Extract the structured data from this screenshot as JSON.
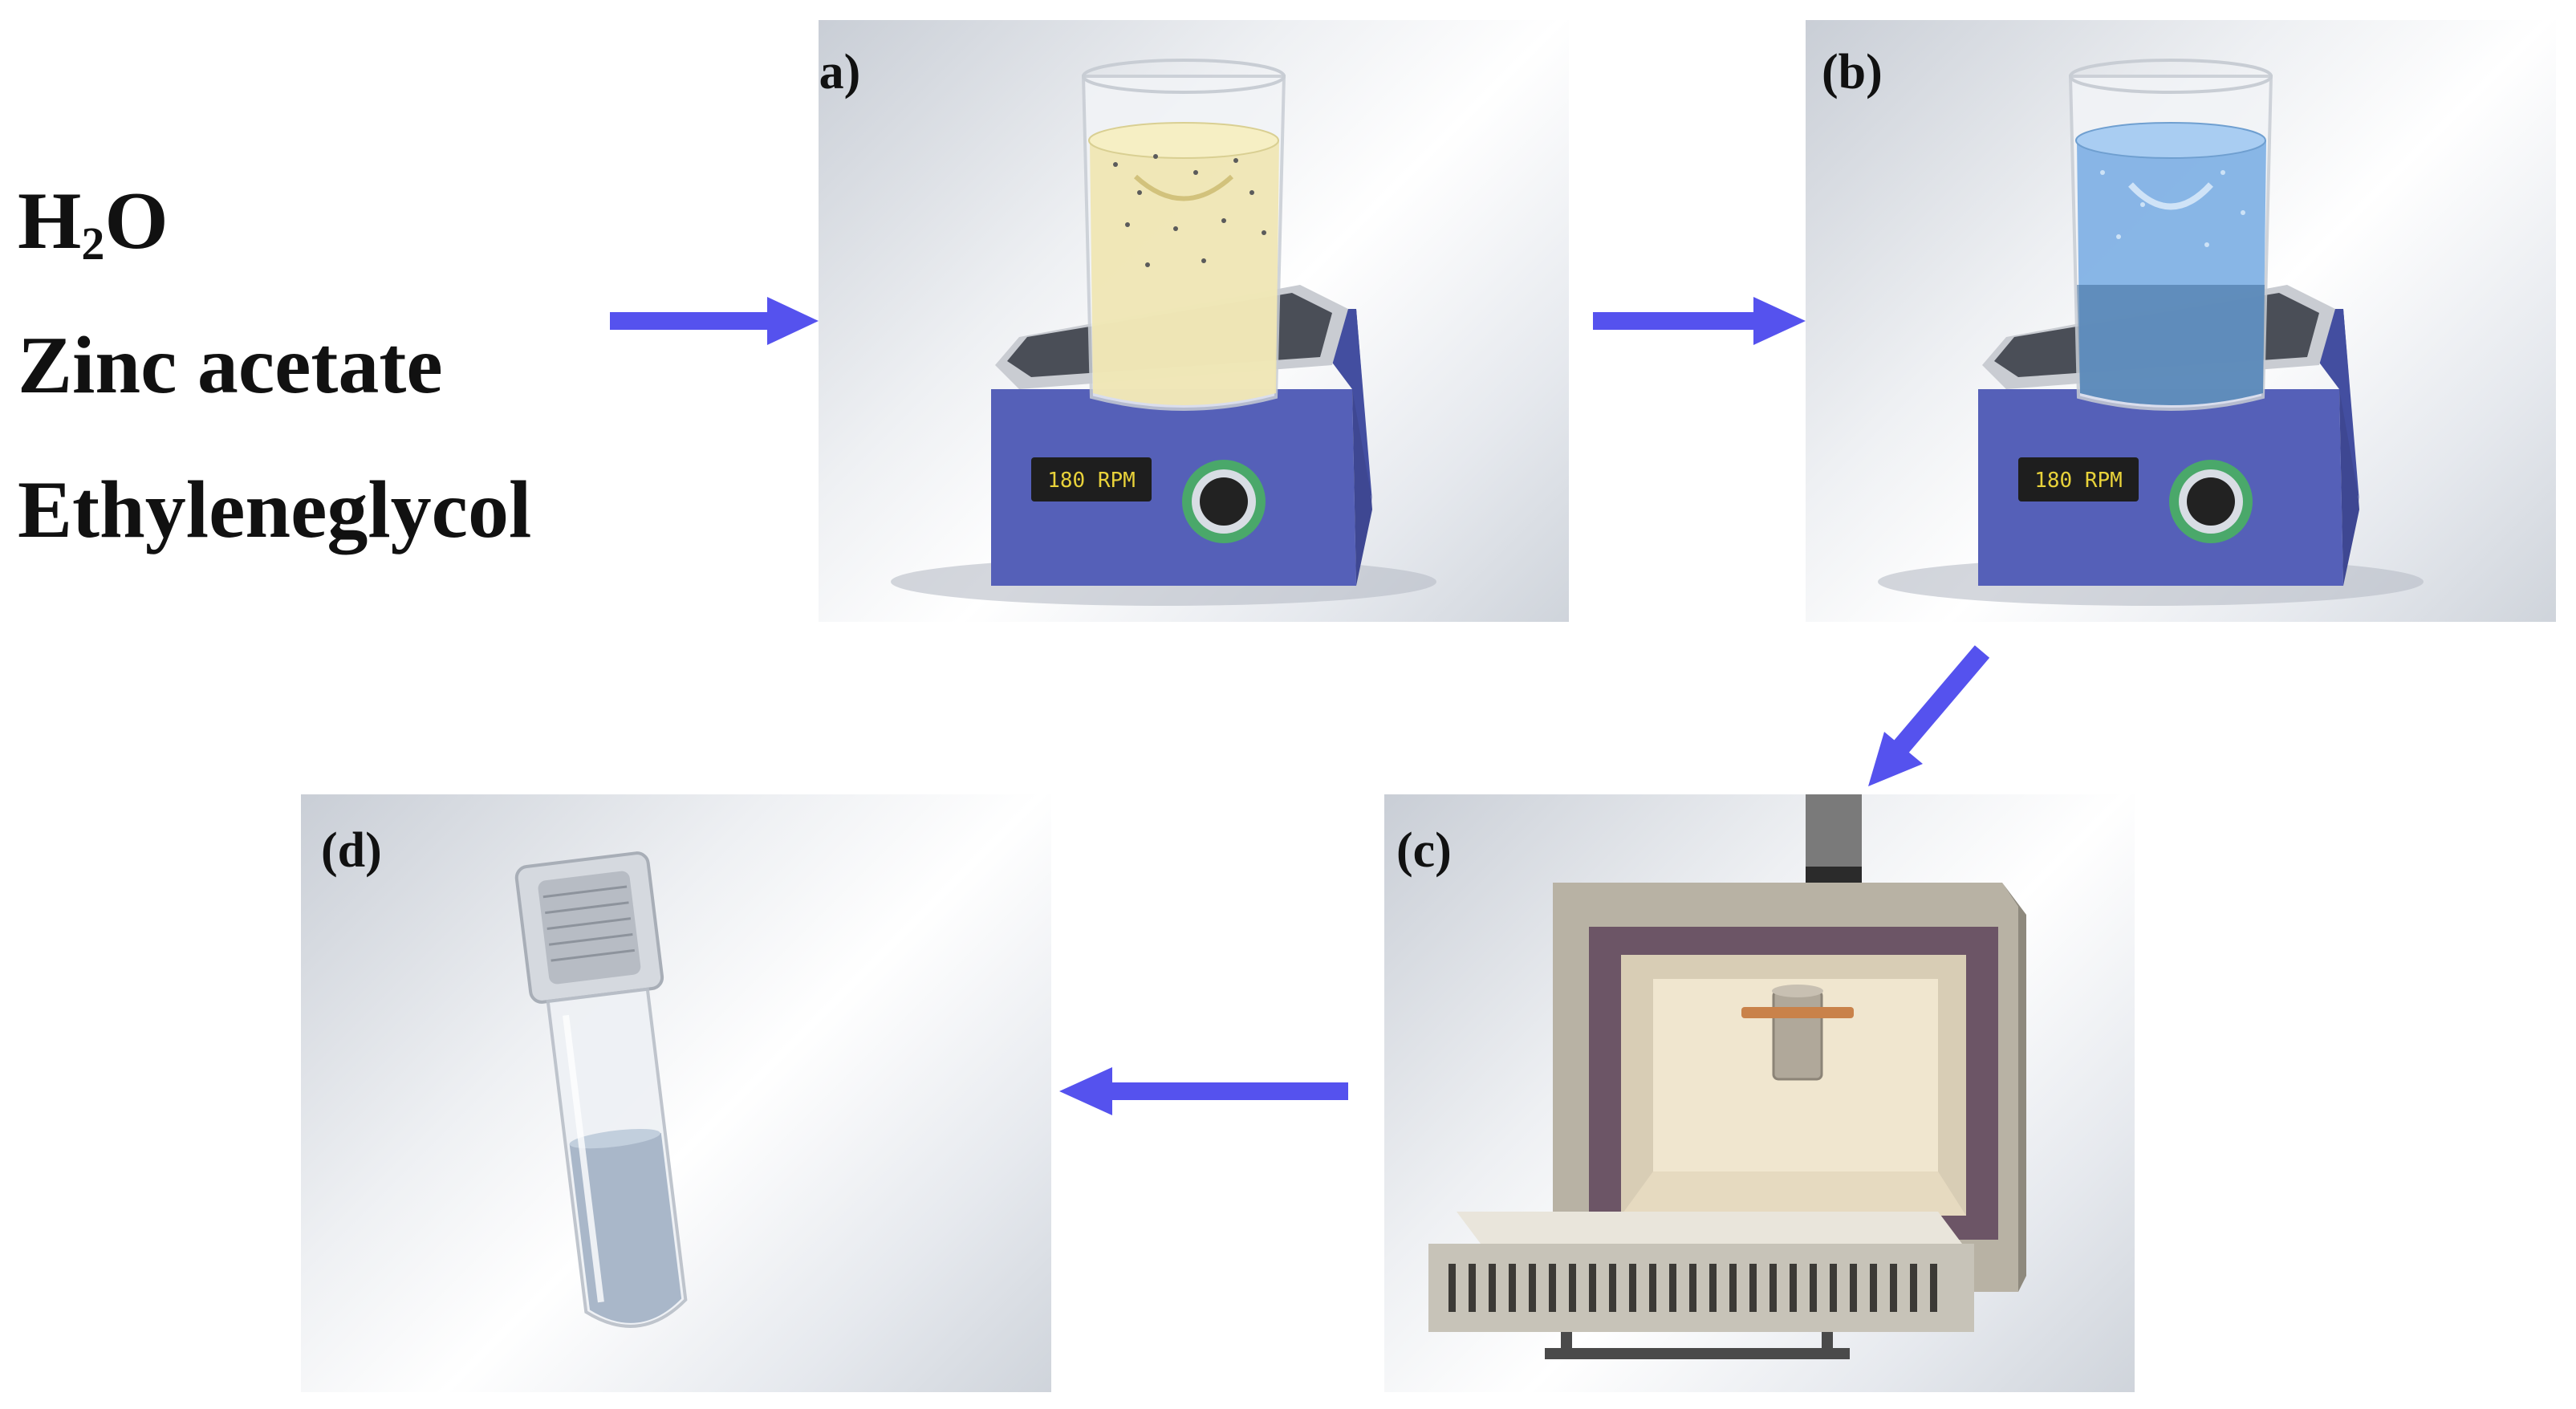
{
  "reagents": {
    "line1_prefix": "H",
    "line1_subscript": "2",
    "line1_suffix": "O",
    "line2": "Zinc acetate",
    "line3": "Ethyleneglycol"
  },
  "panels": {
    "a": {
      "label": "(a)",
      "display": "180 RPM"
    },
    "b": {
      "label": "(b)",
      "display": "180 RPM"
    },
    "c": {
      "label": "(c)"
    },
    "d": {
      "label": "(d)"
    }
  },
  "colors": {
    "arrow": "#5552ee",
    "stirrer_body": "#5560b8",
    "solution_a": "#efe6b0",
    "solution_b": "#7fb0e4",
    "display_text": "#e8d23a",
    "furnace_body": "#b8b2a4"
  }
}
